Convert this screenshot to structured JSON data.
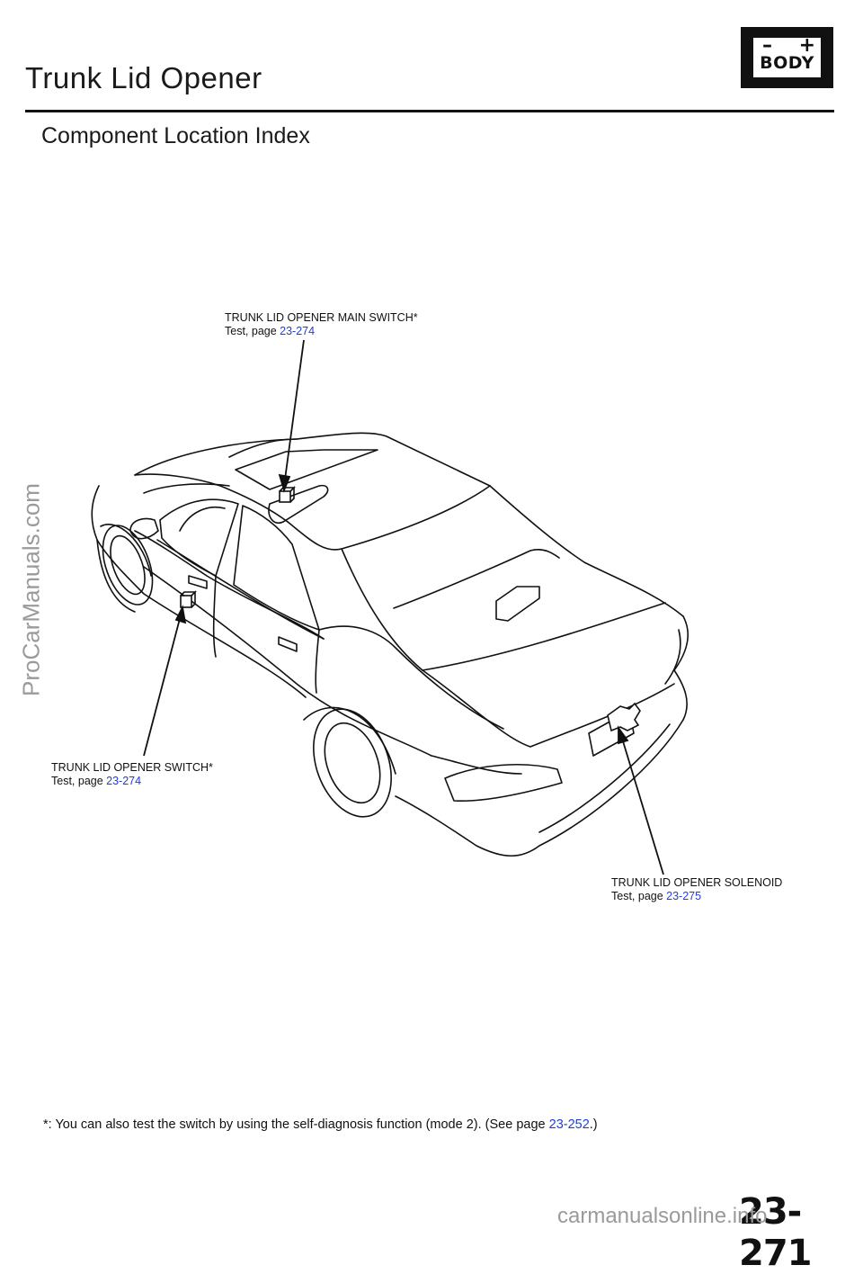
{
  "header": {
    "title": "Trunk Lid Opener",
    "subtitle": "Component Location Index",
    "badge_text": "BODY",
    "badge_minus": "–",
    "badge_plus": "+"
  },
  "callouts": {
    "main_switch": {
      "name": "TRUNK LID OPENER MAIN SWITCH*",
      "test_prefix": "Test, page ",
      "page_ref": "23-274"
    },
    "switch": {
      "name": "TRUNK LID OPENER SWITCH*",
      "test_prefix": "Test, page ",
      "page_ref": "23-274"
    },
    "solenoid": {
      "name": "TRUNK LID OPENER SOLENOID",
      "test_prefix": "Test, page ",
      "page_ref": "23-275"
    }
  },
  "footnote": {
    "text": "*: You can also test the switch by using the self-diagnosis function (mode 2). (See page ",
    "page_ref": "23-252",
    "suffix": ".)"
  },
  "page_number": "23-271",
  "watermarks": {
    "left": "ProCarManuals.com",
    "bottom": "carmanualsonline.info"
  },
  "colors": {
    "link": "#1f3ed8",
    "ink": "#111111",
    "watermark": "#9a9a9a"
  }
}
